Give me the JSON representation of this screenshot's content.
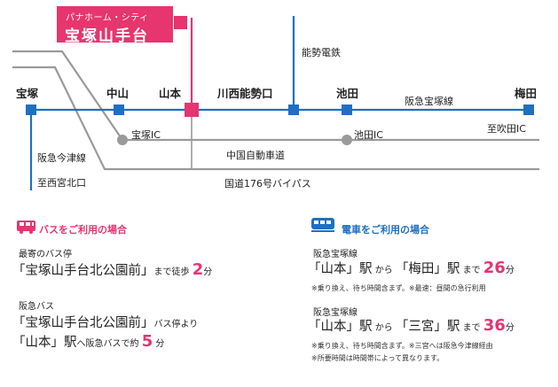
{
  "development": {
    "subtitle": "パナホーム・シティ",
    "name": "宝塚山手台"
  },
  "stations": {
    "takarazuka": "宝塚",
    "nakayama": "中山",
    "yamamoto": "山本",
    "kawanishi": "川西能勢口",
    "ikeda": "池田",
    "umeda": "梅田"
  },
  "lines": {
    "hankyu_takarazuka": "阪急宝塚線",
    "hankyu_imazu": "阪急今津線",
    "nose": "能勢電鉄",
    "chugoku": "中国自動車道",
    "route176": "国道176号バイパス",
    "to_nishinomiya": "至西宮北口",
    "to_suita": "至吹田IC"
  },
  "ics": {
    "takarazuka": "宝塚IC",
    "ikeda": "池田IC"
  },
  "colors": {
    "pink": "#e6356f",
    "blue": "#1f6fc2",
    "gray": "#9a9a9a"
  },
  "bus": {
    "icon": "bus-icon",
    "heading": "バスをご利用の場合",
    "nearest_label": "最寄のバス停",
    "nearest_stop": "「宝塚山手台北公園前」",
    "walk_text": "まで徒歩",
    "walk_min": "2",
    "min_unit": "分",
    "company": "阪急バス",
    "stop_from": "「宝塚山手台北公園前」",
    "from_text": "バス停より",
    "to_station": "「山本」駅",
    "to_text": "へ阪急バスで約",
    "bus_min": "5",
    "bus_unit": "分"
  },
  "train": {
    "icon": "train-icon",
    "heading": "電車をご利用の場合",
    "route1": {
      "line": "阪急宝塚線",
      "from": "「山本」駅",
      "kara": "から",
      "to": "「梅田」駅",
      "made": "まで",
      "minutes": "26",
      "unit": "分",
      "note": "※乗り換え、待ち時間含まず。※最速：昼間の急行利用"
    },
    "route2": {
      "line": "阪急宝塚線",
      "from": "「山本」駅",
      "kara": "から",
      "to": "「三宮」駅",
      "made": "まで",
      "minutes": "36",
      "unit": "分",
      "note1": "※乗り換え、待ち時間含まず。※三宮へは阪急今津線経由",
      "note2": "※所要時間は時間帯によって異なります。"
    }
  }
}
